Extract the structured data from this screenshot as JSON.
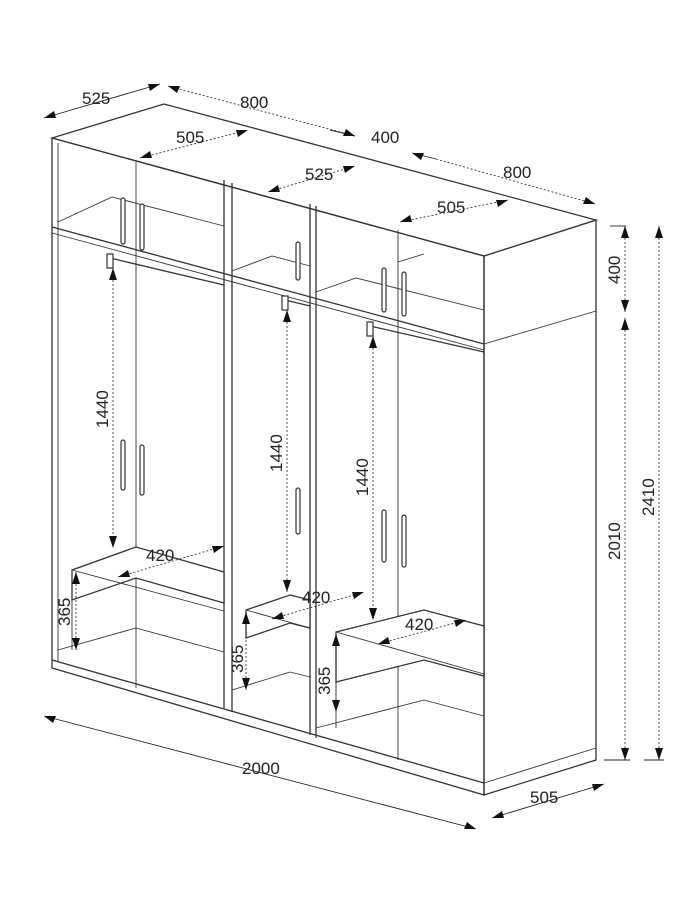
{
  "dimensions": {
    "top_depth_left": "525",
    "top_width_left": "800",
    "top_inner_left": "505",
    "top_width_mid": "400",
    "top_depth_mid": "525",
    "top_width_right": "800",
    "top_inner_right": "505",
    "upper_height": "400",
    "body_height": "2010",
    "total_height": "2410",
    "hang_left": "1440",
    "hang_mid": "1440",
    "hang_right": "1440",
    "shelf_left": "420",
    "shelf_mid": "420",
    "shelf_right": "420",
    "drawer_left": "365",
    "drawer_mid": "365",
    "drawer_right": "365",
    "total_width": "2000",
    "base_depth": "505"
  }
}
